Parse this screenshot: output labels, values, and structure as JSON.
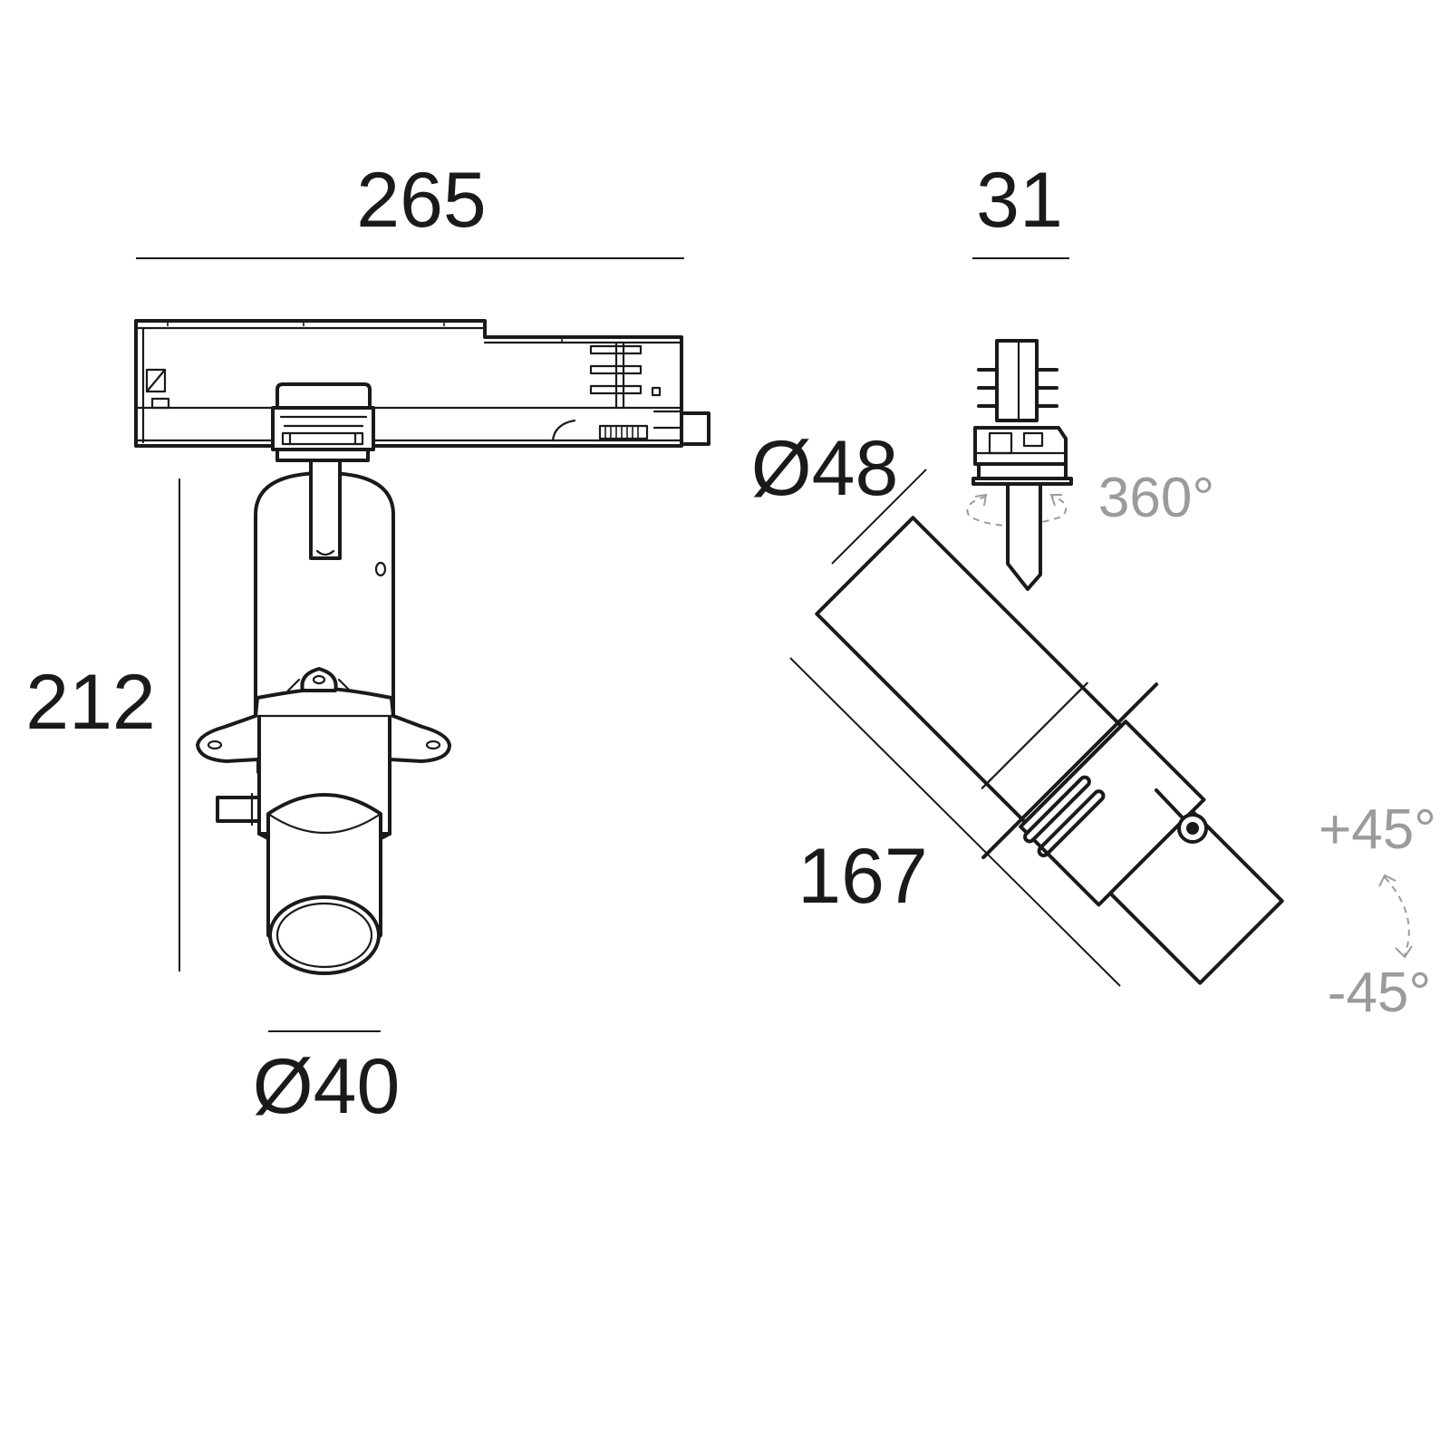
{
  "dimensions": {
    "width_front": "265",
    "depth_side": "31",
    "height": "212",
    "diameter_head": "Ø48",
    "diameter_lens": "Ø40",
    "length_body": "167"
  },
  "angles": {
    "rotation": "360°",
    "tilt_plus": "+45°",
    "tilt_minus": "-45°"
  },
  "colors": {
    "line": "#1a1a1a",
    "angle_text": "#9b9b9b",
    "background": "#ffffff"
  }
}
